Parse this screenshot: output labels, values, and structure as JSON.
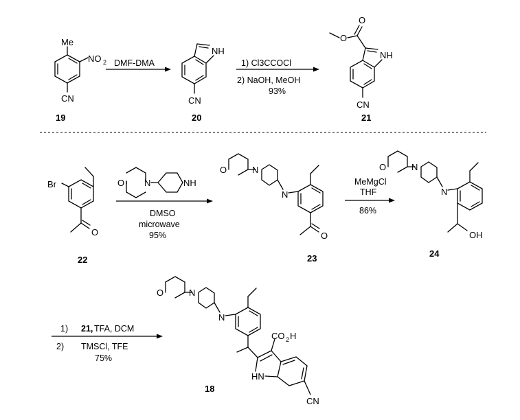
{
  "compounds": [
    {
      "id": "19",
      "atoms": {
        "me": "Me",
        "no2": "NO",
        "no2_sub": "2",
        "cn": "CN"
      }
    },
    {
      "id": "20",
      "atoms": {
        "nh": "NH",
        "cn": "CN"
      }
    },
    {
      "id": "21",
      "atoms": {
        "o1": "O",
        "o2": "O",
        "nh": "NH",
        "cn": "CN"
      }
    },
    {
      "id": "22",
      "atoms": {
        "br": "Br",
        "o": "O"
      }
    },
    {
      "id": "23",
      "atoms": {
        "o_morph": "O",
        "n1": "N",
        "n2": "N",
        "o": "O"
      }
    },
    {
      "id": "24",
      "atoms": {
        "o_morph": "O",
        "n1": "N",
        "n2": "N",
        "oh": "OH"
      }
    },
    {
      "id": "18",
      "atoms": {
        "o_morph": "O",
        "n1": "N",
        "n2": "N",
        "co2h": "CO",
        "co2h_sub": "2",
        "co2h_end": "H",
        "hn": "HN",
        "cn": "CN"
      }
    }
  ],
  "reagents": {
    "piperidine_reagent": {
      "o": "O",
      "n": "N",
      "nh": "NH"
    }
  },
  "arrows": [
    {
      "id": "a1",
      "above": [
        "DMF-DMA"
      ],
      "below": []
    },
    {
      "id": "a2",
      "above": [
        "1) Cl3CCOCl"
      ],
      "below": [
        "2) NaOH, MeOH",
        "93%"
      ]
    },
    {
      "id": "a3",
      "above": [],
      "below": [
        "DMSO",
        "microwave",
        "95%"
      ]
    },
    {
      "id": "a4",
      "above": [
        "MeMgCl",
        "THF"
      ],
      "below": [
        "86%"
      ]
    },
    {
      "id": "a5",
      "above": [
        "1)",
        "21,",
        "TFA, DCM"
      ],
      "below": [
        "2)",
        "TMSCl, TFE",
        "75%"
      ]
    }
  ]
}
